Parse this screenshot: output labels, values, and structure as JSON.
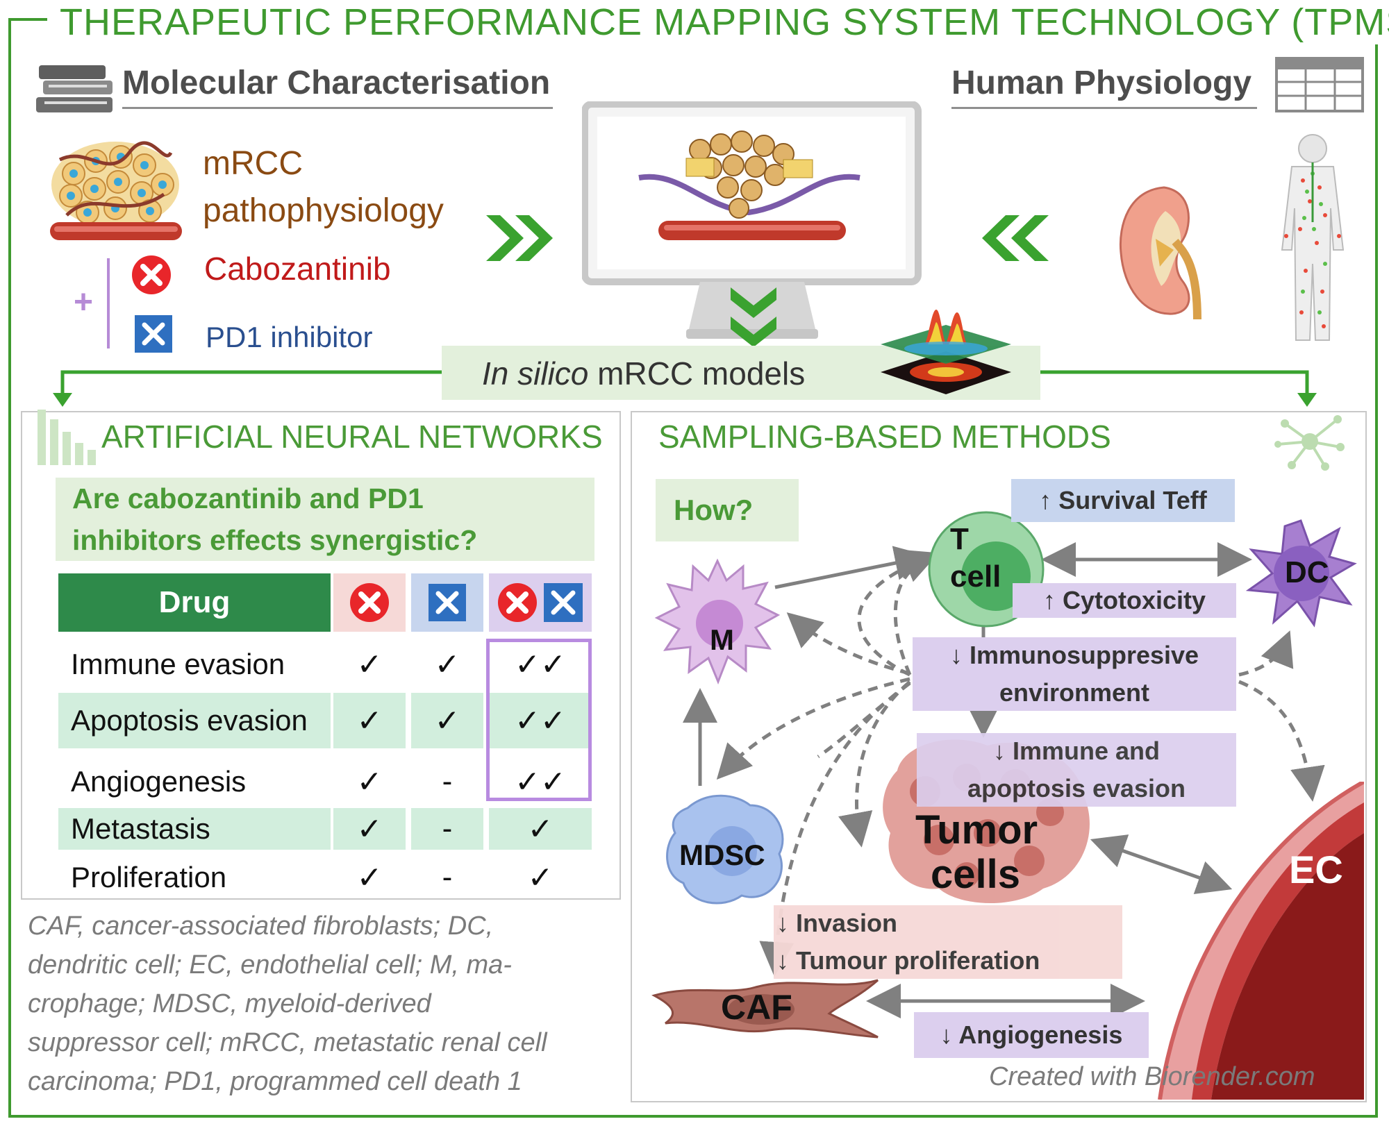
{
  "title": "THERAPEUTIC PERFORMANCE MAPPING SYSTEM TECHNOLOGY (TPMS)",
  "top": {
    "molecular": "Molecular Characterisation",
    "physiology": "Human Physiology",
    "mrcc_line1": "mRCC",
    "mrcc_line2": "pathophysiology",
    "plus": "+",
    "cabozantinib": "Cabozantinib",
    "pd1": "PD1 inhibitor",
    "insilico_italic": "In silico",
    "insilico_rest": " mRCC models"
  },
  "ann": {
    "title": "ARTIFICIAL NEURAL NETWORKS",
    "question_line1": "Are cabozantinib and PD1",
    "question_line2": "inhibitors effects synergistic?",
    "table": {
      "header": "Drug",
      "rows": [
        {
          "label": "Immune evasion",
          "c1": "✓",
          "c2": "✓",
          "c3": "✓✓"
        },
        {
          "label": "Apoptosis evasion",
          "c1": "✓",
          "c2": "✓",
          "c3": "✓✓"
        },
        {
          "label": "Angiogenesis",
          "c1": "✓",
          "c2": "-",
          "c3": "✓✓"
        },
        {
          "label": "Metastasis",
          "c1": "✓",
          "c2": "-",
          "c3": "✓"
        },
        {
          "label": "Proliferation",
          "c1": "✓",
          "c2": "-",
          "c3": "✓"
        }
      ]
    },
    "caption_lines": [
      "CAF, cancer-associated fibroblasts; DC,",
      "dendritic cell; EC, endothelial cell;  M, ma-",
      "crophage; MDSC, myeloid-derived",
      "suppressor cell; mRCC, metastatic renal cell",
      "carcinoma; PD1, programmed cell death 1"
    ]
  },
  "sbm": {
    "title": "SAMPLING-BASED METHODS",
    "how": "How?",
    "survival": "↑ Survival Teff",
    "cytotoxicity": "↑ Cytotoxicity",
    "immunosupp_line1": "↓ Immunosuppresive",
    "immunosupp_line2": "environment",
    "immune_line1": "↓ Immune and",
    "immune_line2": "apoptosis evasion",
    "invasion": "↓  Invasion",
    "tumour_prolif": "↓  Tumour proliferation",
    "angiogenesis": "↓ Angiogenesis",
    "cells": {
      "t_line1": "T",
      "t_line2": "cell",
      "dc": "DC",
      "m": "M",
      "mdsc": "MDSC",
      "tumor_line1": "Tumor",
      "tumor_line2": "cells",
      "ec": "EC",
      "caf": "CAF"
    },
    "credit": "Created with Biorender.com"
  },
  "colors": {
    "frame_green": "#3f9a2f",
    "title_green": "#4a9a37",
    "mrcc_brown": "#8a4a12",
    "cabo_red": "#c01a1a",
    "pd1_blue": "#2a4f8f",
    "drug_header": "#2e8a4a",
    "row_green": "#d2eedd",
    "lavender": "#dccfee",
    "light_blue": "#c7d5ee",
    "pink": "#f6d9d7"
  }
}
